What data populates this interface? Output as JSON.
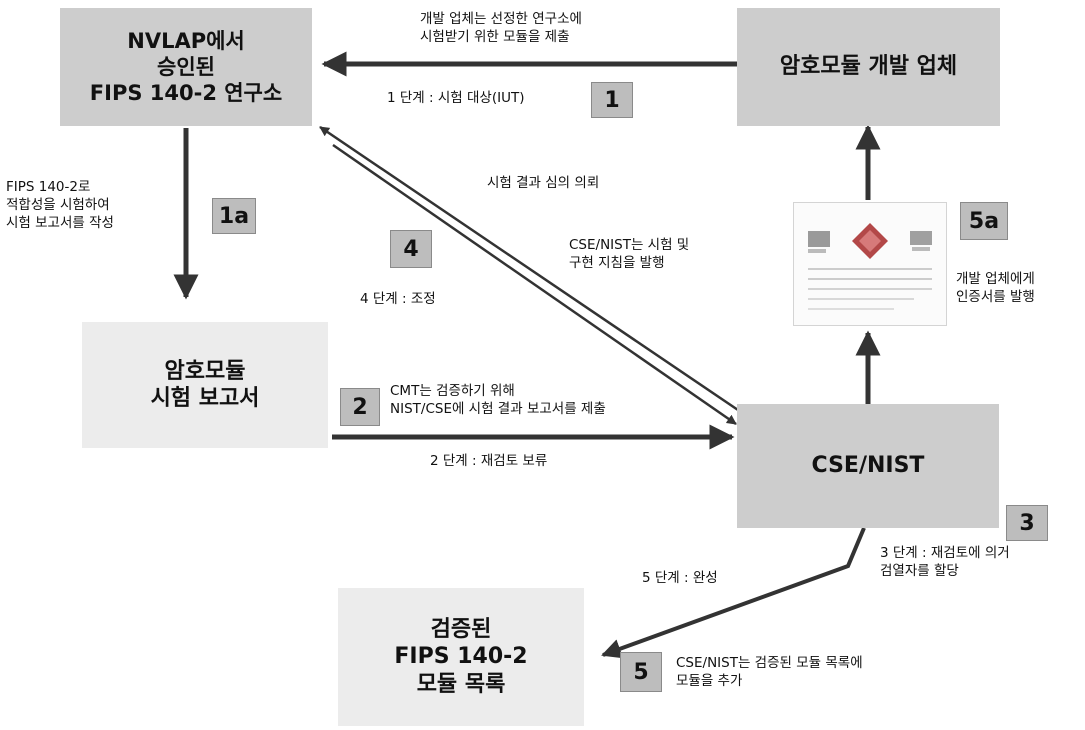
{
  "colors": {
    "box_dark": "#cdcdcd",
    "box_light": "#ececec",
    "arrow": "#333333",
    "badge": "#bdbdbd"
  },
  "nodes": {
    "lab": [
      "NVLAP에서",
      "승인된",
      "FIPS 140-2 연구소"
    ],
    "vendor": [
      "암호모듈 개발 업체"
    ],
    "report": [
      "암호모듈",
      "시험 보고서"
    ],
    "cmvp": [
      "CSE/NIST"
    ],
    "validated": [
      "검증된",
      "FIPS 140-2",
      "모듈 목록"
    ]
  },
  "badges": {
    "b1": "1",
    "b1a": "1a",
    "b2": "2",
    "b3": "3",
    "b4": "4",
    "b5": "5",
    "b5a": "5a"
  },
  "labels": {
    "vendor_submit": [
      "개발 업체는 선정한 연구소에",
      "시험받기 위한 모듈을 제출"
    ],
    "step1": "1 단계 : 시험 대상(IUT)",
    "lab_test": [
      "FIPS 140-2로",
      "적합성을 시험하여",
      "시험 보고서를 작성"
    ],
    "consult": "시험 결과 심의 의뢰",
    "guidance": [
      "CSE/NIST는 시험 및",
      "구현 지침을 발행"
    ],
    "step4": "4 단계 : 조정",
    "cmt_submit": [
      "CMT는 검증하기 위해",
      "NIST/CSE에 시험 결과 보고서를 제출"
    ],
    "step2": "2 단계 : 재검토 보류",
    "issue_cert": [
      "개발 업체에게",
      "인증서를 발행"
    ],
    "step3": [
      "3 단계 : 재검토에 의거",
      "검열자를 할당"
    ],
    "step5": "5 단계 : 완성",
    "add_list": [
      "CSE/NIST는 검증된 모듈 목록에",
      "모듈을 추가"
    ]
  },
  "icons": {
    "certificate": "certificate-icon"
  }
}
